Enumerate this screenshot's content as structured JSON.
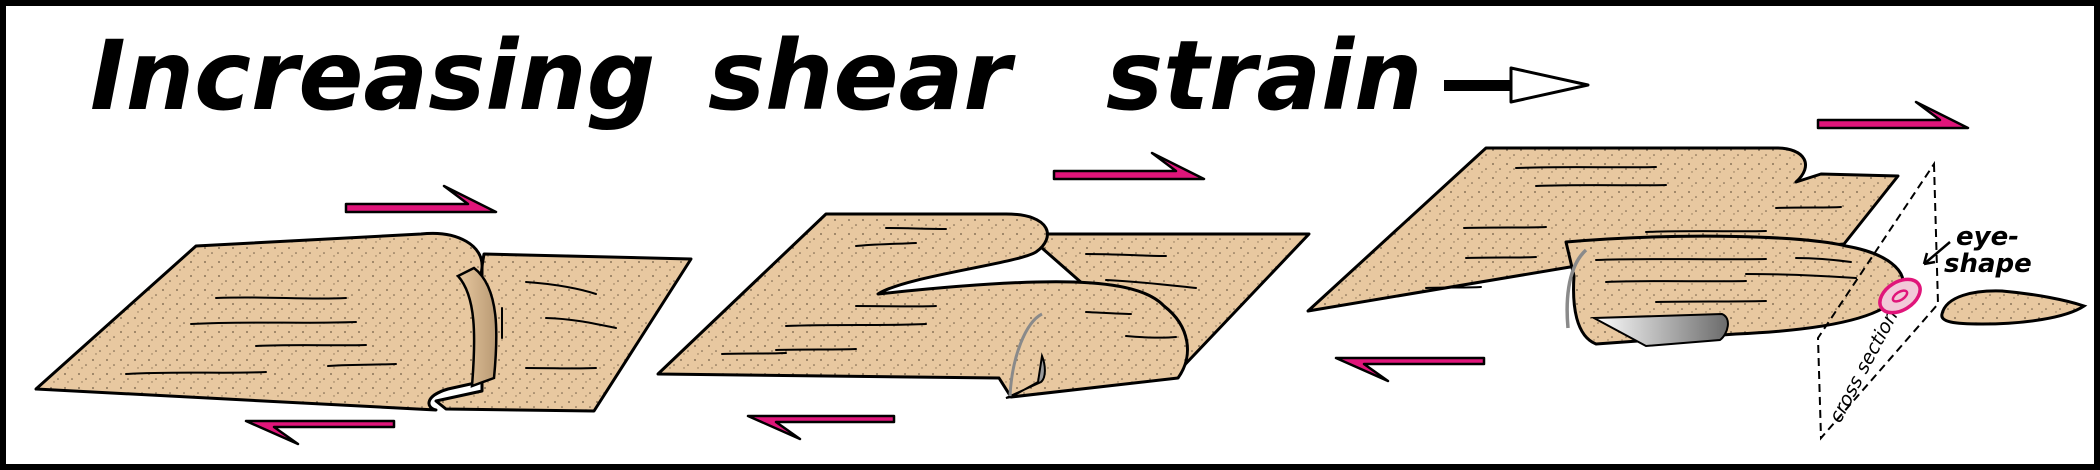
{
  "title": {
    "word1": "Increasing",
    "word2": "shear",
    "word3": "strain"
  },
  "labels": {
    "eye_line1": "eye-",
    "eye_line2": "shape",
    "cross_section": "cross section"
  },
  "colors": {
    "sheet_fill": "#e8c8a0",
    "sheet_shade": "#dcb68a",
    "shear_arrow": "#e0157a",
    "outline": "#000000",
    "fold_shadow": "#9a9a9a"
  }
}
